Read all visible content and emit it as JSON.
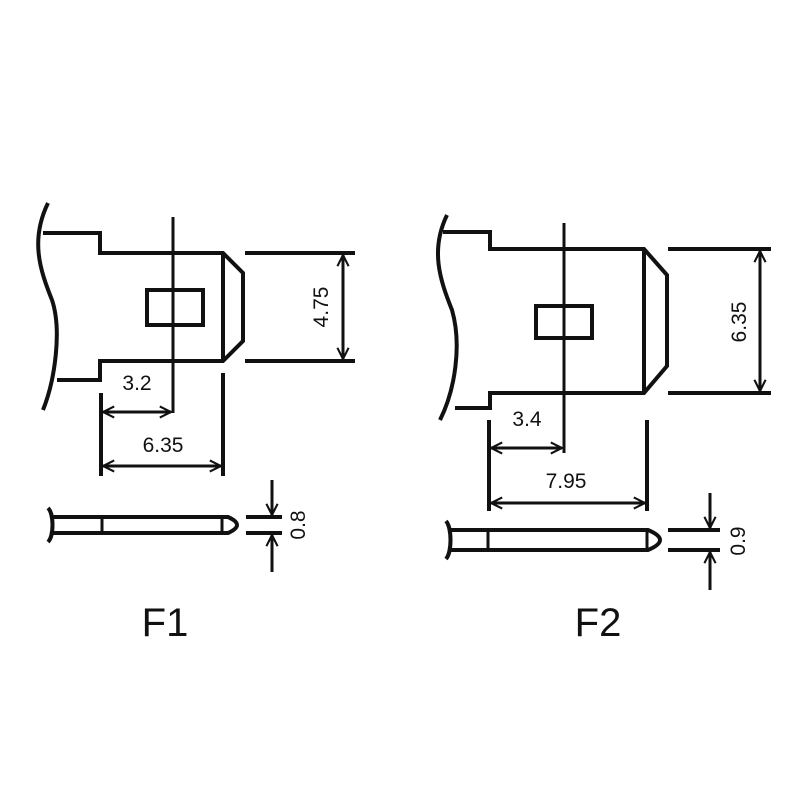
{
  "terminals": [
    {
      "label": "F1",
      "dimensions": {
        "height": "4.75",
        "hole_offset": "3.2",
        "length": "6.35",
        "thickness": "0.8"
      }
    },
    {
      "label": "F2",
      "dimensions": {
        "height": "6.35",
        "hole_offset": "3.4",
        "length": "7.95",
        "thickness": "0.9"
      }
    }
  ],
  "colors": {
    "line": "#111111",
    "background": "#ffffff"
  }
}
